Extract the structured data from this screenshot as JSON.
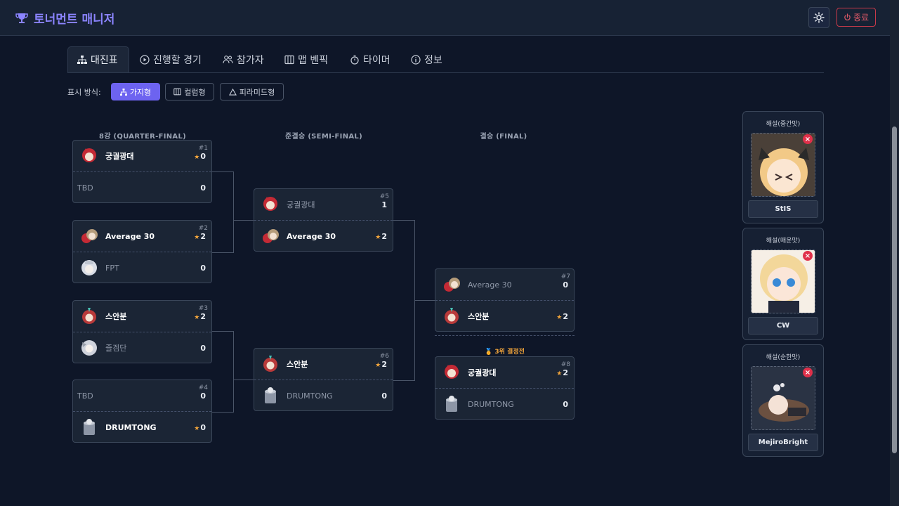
{
  "app": {
    "title": "토너먼트 매니저"
  },
  "header": {
    "exit_label": "종료"
  },
  "tabs": [
    {
      "label": "대진표"
    },
    {
      "label": "진행할 경기"
    },
    {
      "label": "참가자"
    },
    {
      "label": "맵 벤픽"
    },
    {
      "label": "타이머"
    },
    {
      "label": "정보"
    }
  ],
  "display_mode": {
    "label": "표시 방식:",
    "options": [
      {
        "label": "가지형"
      },
      {
        "label": "컬럼형"
      },
      {
        "label": "피라미드형"
      }
    ],
    "selected": "가지형"
  },
  "rounds": [
    {
      "title": "8강 (QUARTER-FINAL)"
    },
    {
      "title": "준결승 (SEMI-FINAL)"
    },
    {
      "title": "결승 (FINAL)"
    }
  ],
  "matches": [
    {
      "num": "#1",
      "p1": {
        "name": "궁궐광대",
        "score": "0",
        "win": true
      },
      "p2": {
        "name": "TBD",
        "score": "0"
      }
    },
    {
      "num": "#2",
      "p1": {
        "name": "Average 30",
        "score": "2",
        "win": true
      },
      "p2": {
        "name": "FPT",
        "score": "0"
      }
    },
    {
      "num": "#3",
      "p1": {
        "name": "스안분",
        "score": "2",
        "win": true
      },
      "p2": {
        "name": "즐겜단",
        "score": "0"
      }
    },
    {
      "num": "#4",
      "p1": {
        "name": "TBD",
        "score": "0"
      },
      "p2": {
        "name": "DRUMTONG",
        "score": "0",
        "win": true
      }
    },
    {
      "num": "#5",
      "p1": {
        "name": "궁궐광대",
        "score": "1"
      },
      "p2": {
        "name": "Average 30",
        "score": "2",
        "win": true
      }
    },
    {
      "num": "#6",
      "p1": {
        "name": "스안분",
        "score": "2",
        "win": true
      },
      "p2": {
        "name": "DRUMTONG",
        "score": "0"
      }
    },
    {
      "num": "#7",
      "p1": {
        "name": "Average 30",
        "score": "0"
      },
      "p2": {
        "name": "스안분",
        "score": "2",
        "win": true
      }
    },
    {
      "num": "#8",
      "p1": {
        "name": "궁궐광대",
        "score": "2",
        "win": true
      },
      "p2": {
        "name": "DRUMTONG",
        "score": "0"
      }
    }
  ],
  "third_place": {
    "label": "3위 결정전"
  },
  "commentators": [
    {
      "role": "해설(중간맛)",
      "name": "StIS"
    },
    {
      "role": "해설(매운맛)",
      "name": "CW"
    },
    {
      "role": "해설(순한맛)",
      "name": "MejiroBright"
    }
  ],
  "colors": {
    "accent": "#6d63f0",
    "title": "#8b84ff",
    "danger": "#e0304a",
    "star": "#f0a43b"
  }
}
